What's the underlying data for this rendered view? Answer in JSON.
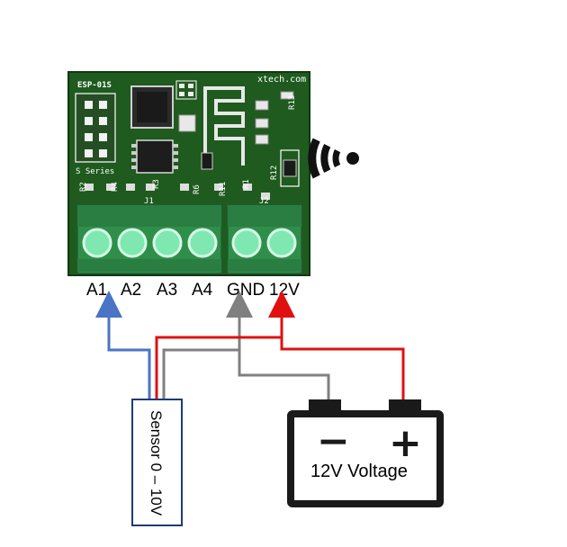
{
  "board": {
    "module_name": "ESP-01S",
    "brand": "xtech.com",
    "series": "S Series",
    "components": {
      "r2": "R2",
      "r4": "R4",
      "r3": "R3",
      "r6": "R6",
      "r11": "R11",
      "r1": "R1",
      "r12": "R12",
      "r13": "R13",
      "j1": "J1",
      "j2": "J2"
    }
  },
  "terminals": {
    "a1": "A1",
    "a2": "A2",
    "a3": "A3",
    "a4": "A4",
    "gnd": "GND",
    "v12": "12V"
  },
  "sensor": {
    "label": "Sensor  0 – 10V"
  },
  "battery": {
    "label": "12V Voltage",
    "minus": "−",
    "plus": "+"
  },
  "colors": {
    "pcb": "#1f5a1f",
    "terminal": "#2f8f4a",
    "terminal_hole": "#7ee8b0",
    "wire_signal": "#4a74c4",
    "wire_power": "#e01010",
    "wire_ground": "#808080",
    "sensor_border": "#1f3a78"
  },
  "icons": {
    "wireless": "wifi-signal-icon"
  }
}
